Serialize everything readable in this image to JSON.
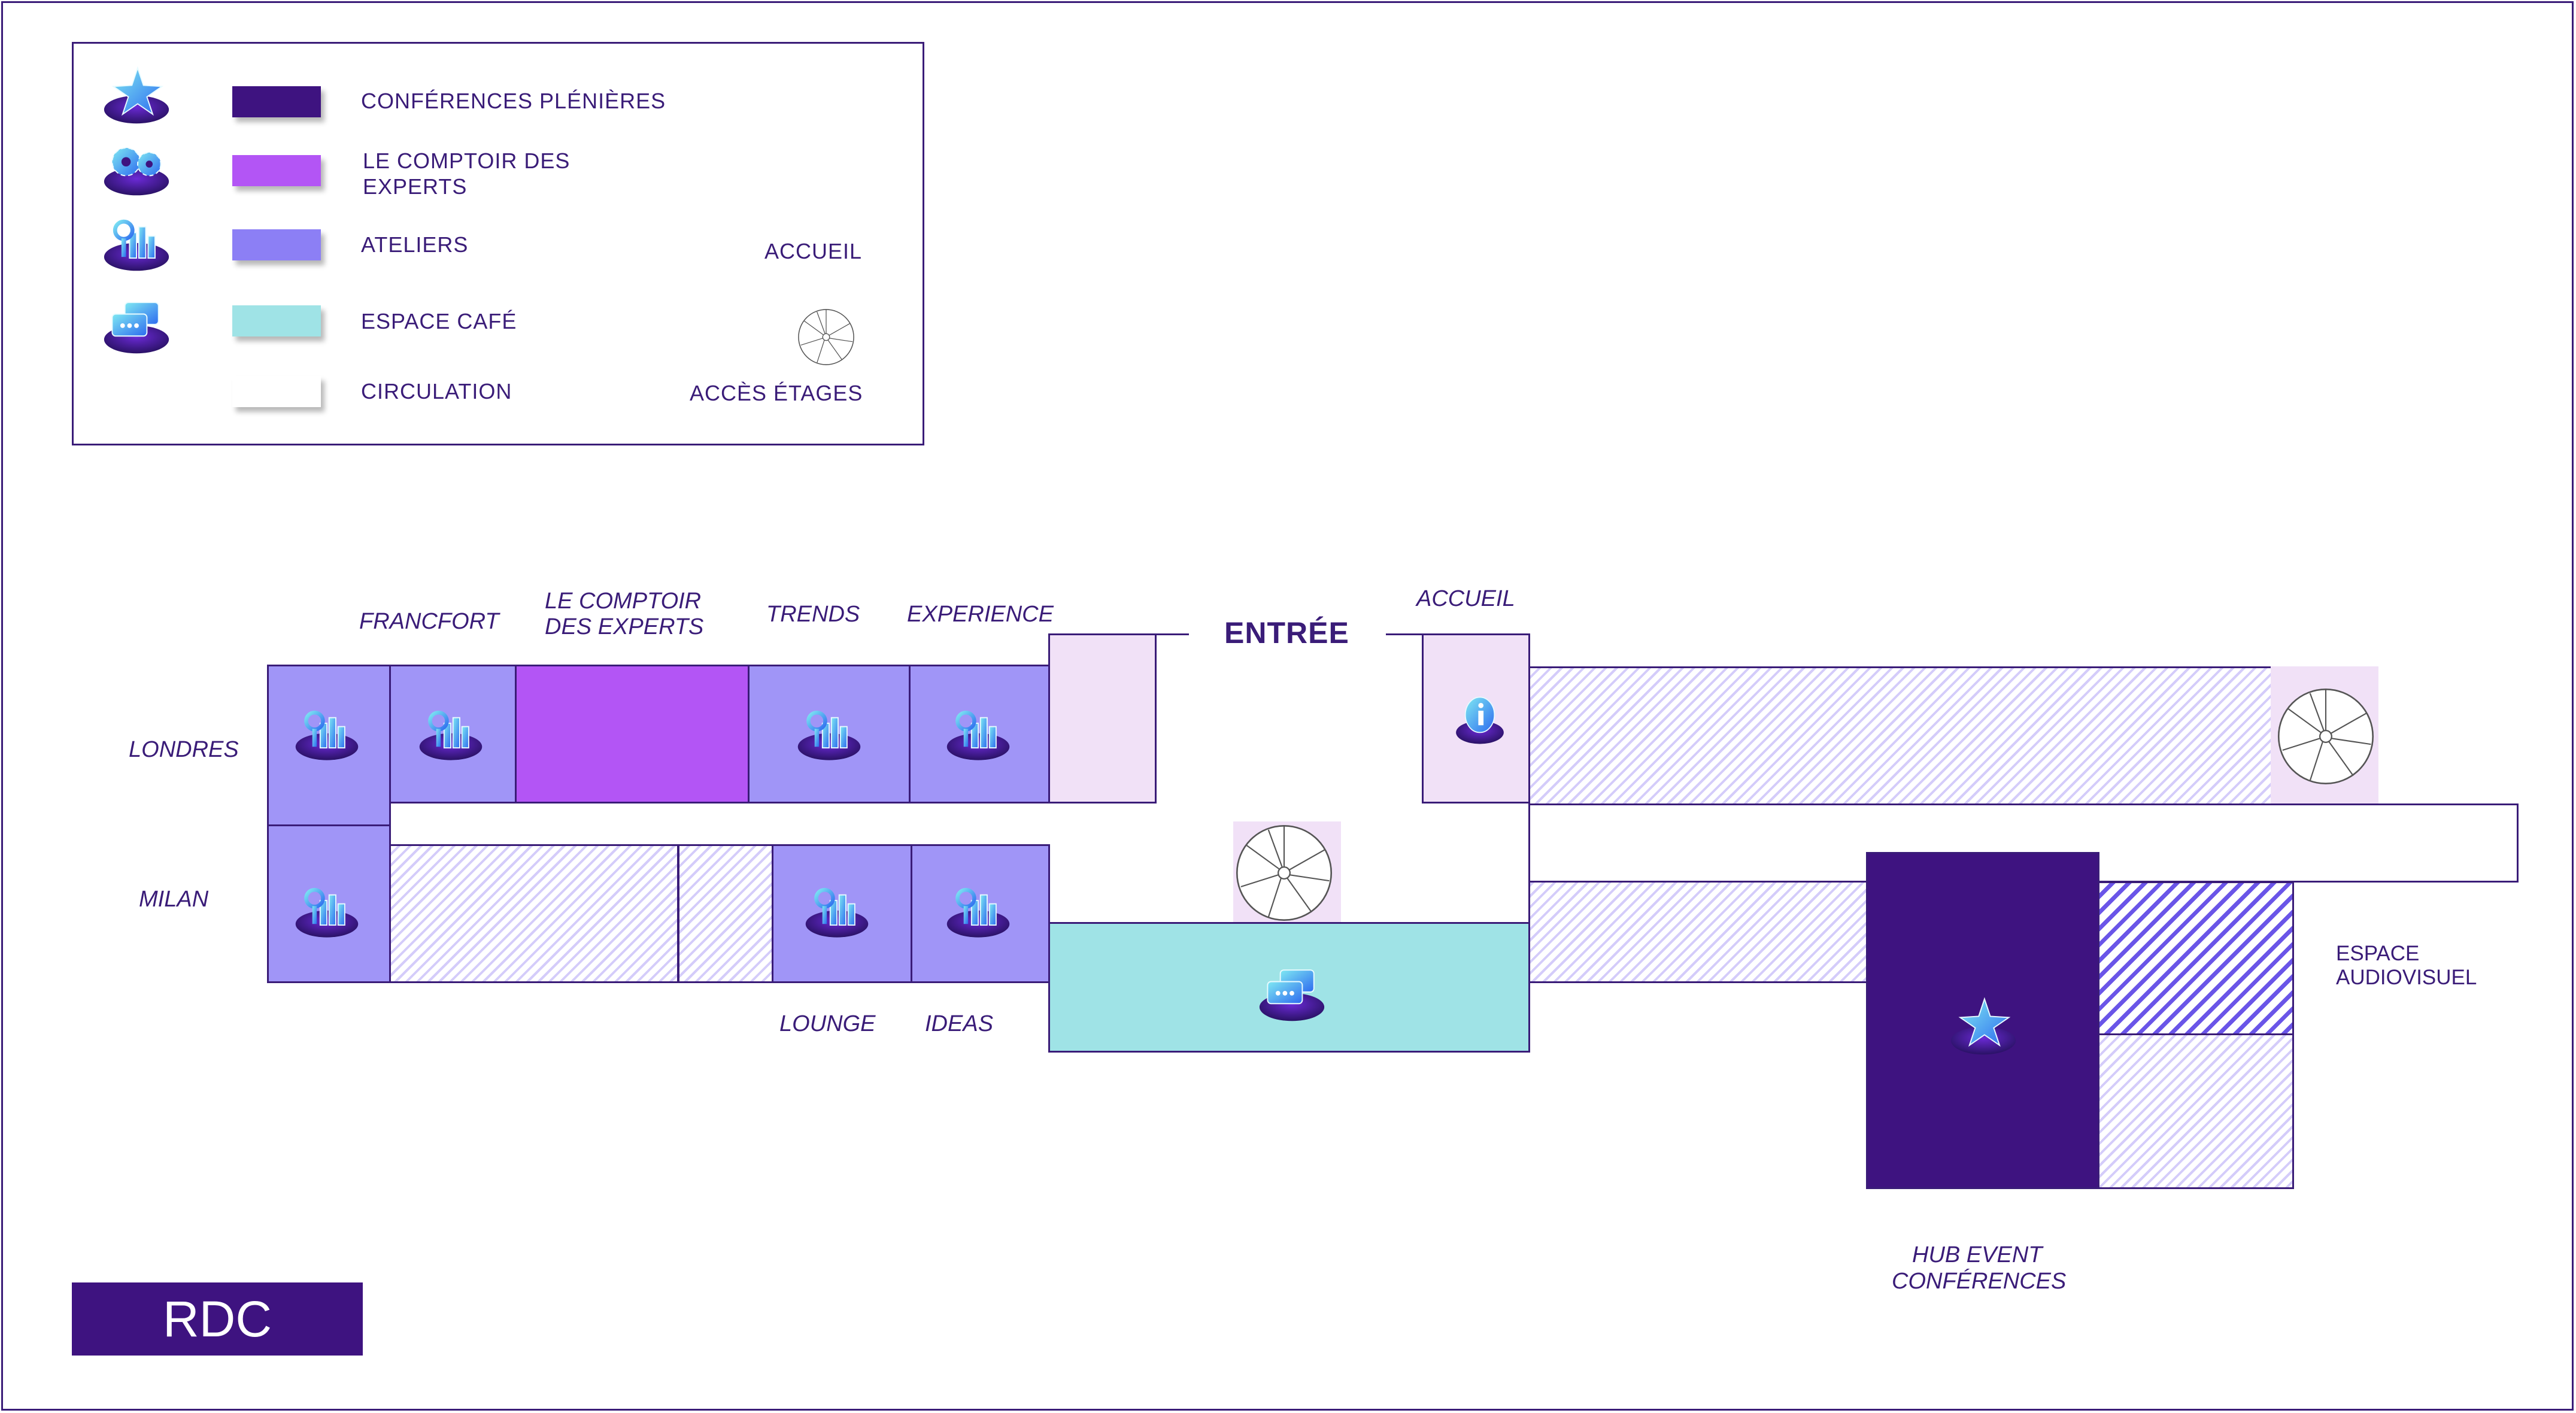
{
  "legend": {
    "items": [
      {
        "icon": "star-icon",
        "label": "CONFÉRENCES PLÉNIÈRES",
        "color": "#3e1380"
      },
      {
        "icon": "gears-icon",
        "label_line1": "LE COMPTOIR DES",
        "label_line2": "EXPERTS",
        "color": "#b355f5"
      },
      {
        "icon": "chart-magnifier-icon",
        "label": "ATELIERS",
        "color": "#a095f7"
      },
      {
        "icon": "chat-bubbles-icon",
        "label": "ESPACE CAFÉ",
        "color": "#9fe3e6"
      },
      {
        "icon": null,
        "label": "CIRCULATION",
        "color": "#ffffff"
      }
    ],
    "accueil_label": "ACCUEIL",
    "acces_label": "ACCÈS ÉTAGES"
  },
  "map": {
    "entrance": "ENTRÉE",
    "rooms": {
      "londres": "LONDRES",
      "milan": "MILAN",
      "francfort": "FRANCFORT",
      "comptoir_line1": "LE COMPTOIR",
      "comptoir_line2": "DES EXPERTS",
      "trends": "TRENDS",
      "experience": "EXPERIENCE",
      "accueil": "ACCUEIL",
      "lounge": "LOUNGE",
      "ideas": "IDEAS",
      "audiovisuel_line1": "ESPACE",
      "audiovisuel_line2": "AUDIOVISUEL",
      "hub_line1": "HUB EVENT",
      "hub_line2": "CONFÉRENCES"
    }
  },
  "floor_label": "RDC",
  "colors": {
    "primary": "#3a1c78",
    "pleniere": "#3e1380",
    "comptoir": "#b355f5",
    "atelier": "#a095f7",
    "cafe": "#9fe3e6",
    "accueil_zone": "#f1e1f7"
  }
}
